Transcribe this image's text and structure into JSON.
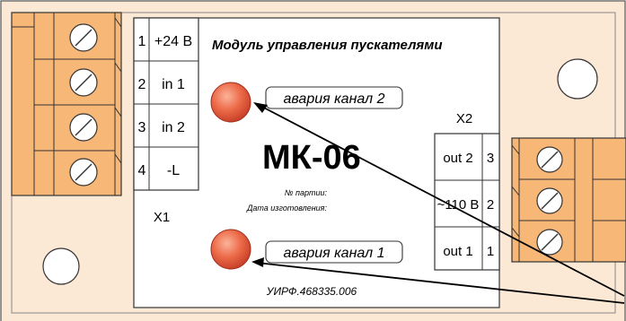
{
  "module": {
    "title": "Модуль управления пускателями",
    "model": "МК-06",
    "batch_label": "№ партии:",
    "date_label": "Дата изготовления:",
    "part_number": "УИРФ.468335.006"
  },
  "leds": [
    {
      "label": "авария канал 2",
      "color": "#e8553a"
    },
    {
      "label": "авария канал 1",
      "color": "#e8553a"
    }
  ],
  "x1": {
    "name": "X1",
    "rows": [
      {
        "num": "1",
        "signal": "+24 В"
      },
      {
        "num": "2",
        "signal": "in 1"
      },
      {
        "num": "3",
        "signal": "in 2"
      },
      {
        "num": "4",
        "signal": "-L"
      }
    ]
  },
  "x2": {
    "name": "X2",
    "rows": [
      {
        "num": "3",
        "signal": "out 2"
      },
      {
        "num": "2",
        "signal": "~110 В"
      },
      {
        "num": "1",
        "signal": "out 1"
      }
    ]
  },
  "colors": {
    "board": "#fbe9d6",
    "terminal": "#f7b777",
    "panel": "#ffffff"
  }
}
